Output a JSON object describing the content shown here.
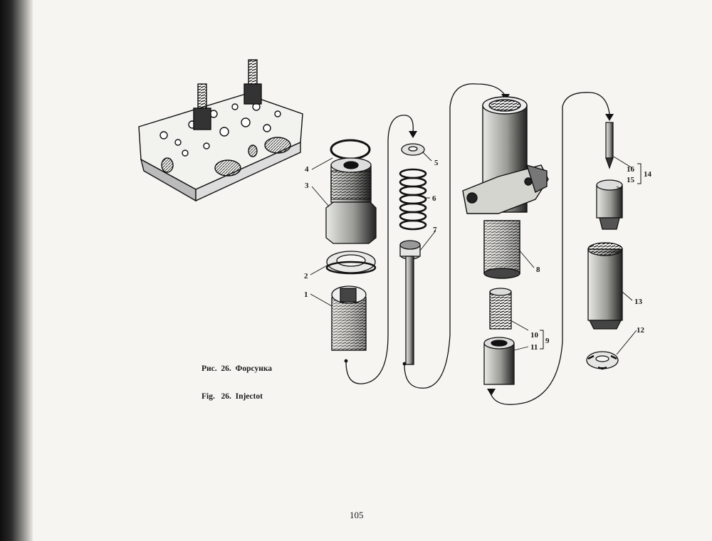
{
  "caption": {
    "ru": "Рис.  26.  Форсунка",
    "en": "Fig.   26.  Injectot"
  },
  "page_number": "105",
  "callouts": [
    "1",
    "2",
    "3",
    "4",
    "5",
    "6",
    "7",
    "8",
    "9",
    "10",
    "11",
    "12",
    "13",
    "14",
    "15",
    "16"
  ]
}
